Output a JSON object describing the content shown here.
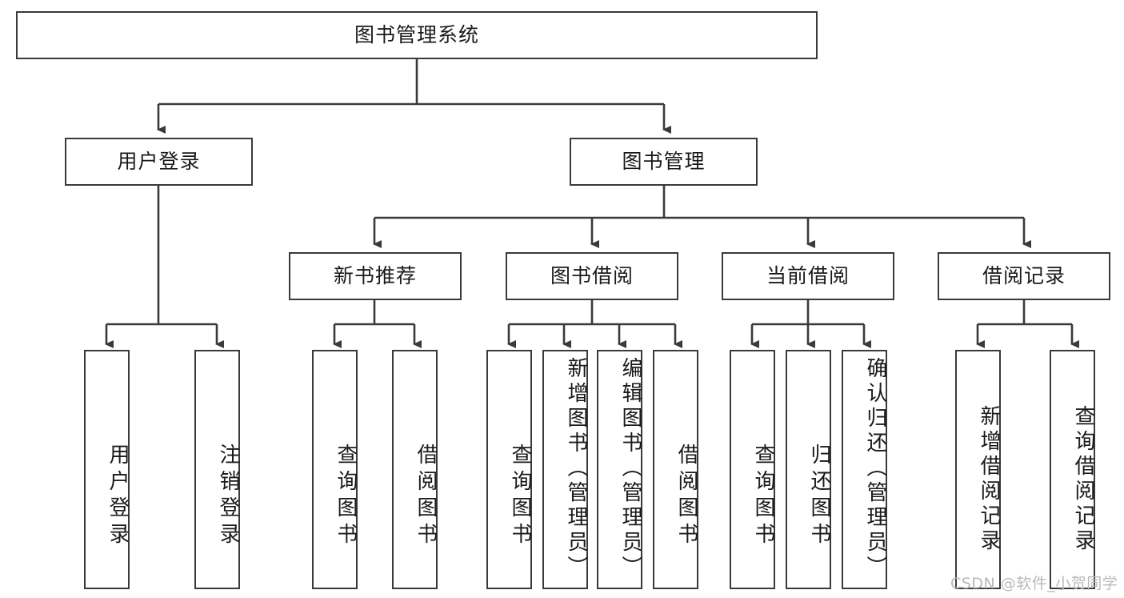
{
  "diagram": {
    "type": "tree-hierarchy",
    "title": "图书管理系统",
    "root": {
      "id": "root",
      "label": "图书管理系统",
      "orientation": "horizontal"
    },
    "level2": [
      {
        "id": "user-login",
        "label": "用户登录",
        "orientation": "horizontal"
      },
      {
        "id": "book-manage",
        "label": "图书管理",
        "orientation": "horizontal"
      }
    ],
    "level3": [
      {
        "id": "new-book-recommend",
        "label": "新书推荐",
        "orientation": "horizontal",
        "parent": "book-manage"
      },
      {
        "id": "book-borrow",
        "label": "图书借阅",
        "orientation": "horizontal",
        "parent": "book-manage"
      },
      {
        "id": "current-borrow",
        "label": "当前借阅",
        "orientation": "horizontal",
        "parent": "book-manage"
      },
      {
        "id": "borrow-record",
        "label": "借阅记录",
        "orientation": "horizontal",
        "parent": "book-manage"
      }
    ],
    "leaves": [
      {
        "id": "leaf-user-login",
        "label": "用户登录",
        "parent": "user-login"
      },
      {
        "id": "leaf-user-logout",
        "label": "注销登录",
        "parent": "user-login"
      },
      {
        "id": "leaf-query-book-1",
        "label": "查询图书",
        "parent": "new-book-recommend"
      },
      {
        "id": "leaf-borrow-book-1",
        "label": "借阅图书",
        "parent": "new-book-recommend"
      },
      {
        "id": "leaf-query-book-2",
        "label": "查询图书",
        "parent": "book-borrow"
      },
      {
        "id": "leaf-add-book",
        "label": "新增图书（管理员）",
        "parent": "book-borrow"
      },
      {
        "id": "leaf-edit-book",
        "label": "编辑图书（管理员）",
        "parent": "book-borrow"
      },
      {
        "id": "leaf-borrow-book-2",
        "label": "借阅图书",
        "parent": "book-borrow"
      },
      {
        "id": "leaf-query-book-3",
        "label": "查询图书",
        "parent": "current-borrow"
      },
      {
        "id": "leaf-return-book",
        "label": "归还图书",
        "parent": "current-borrow"
      },
      {
        "id": "leaf-confirm-return",
        "label": "确认归还（管理员）",
        "parent": "current-borrow"
      },
      {
        "id": "leaf-add-record",
        "label": "新增借阅记录",
        "parent": "borrow-record"
      },
      {
        "id": "leaf-query-record",
        "label": "查询借阅记录",
        "parent": "borrow-record"
      }
    ],
    "colors": {
      "stroke": "#3a3a3a",
      "fill": "#ffffff",
      "text": "#1a1a1a",
      "watermark": "#b9b9b9"
    }
  },
  "watermark": {
    "text": "CSDN @软件_小贺同学"
  }
}
